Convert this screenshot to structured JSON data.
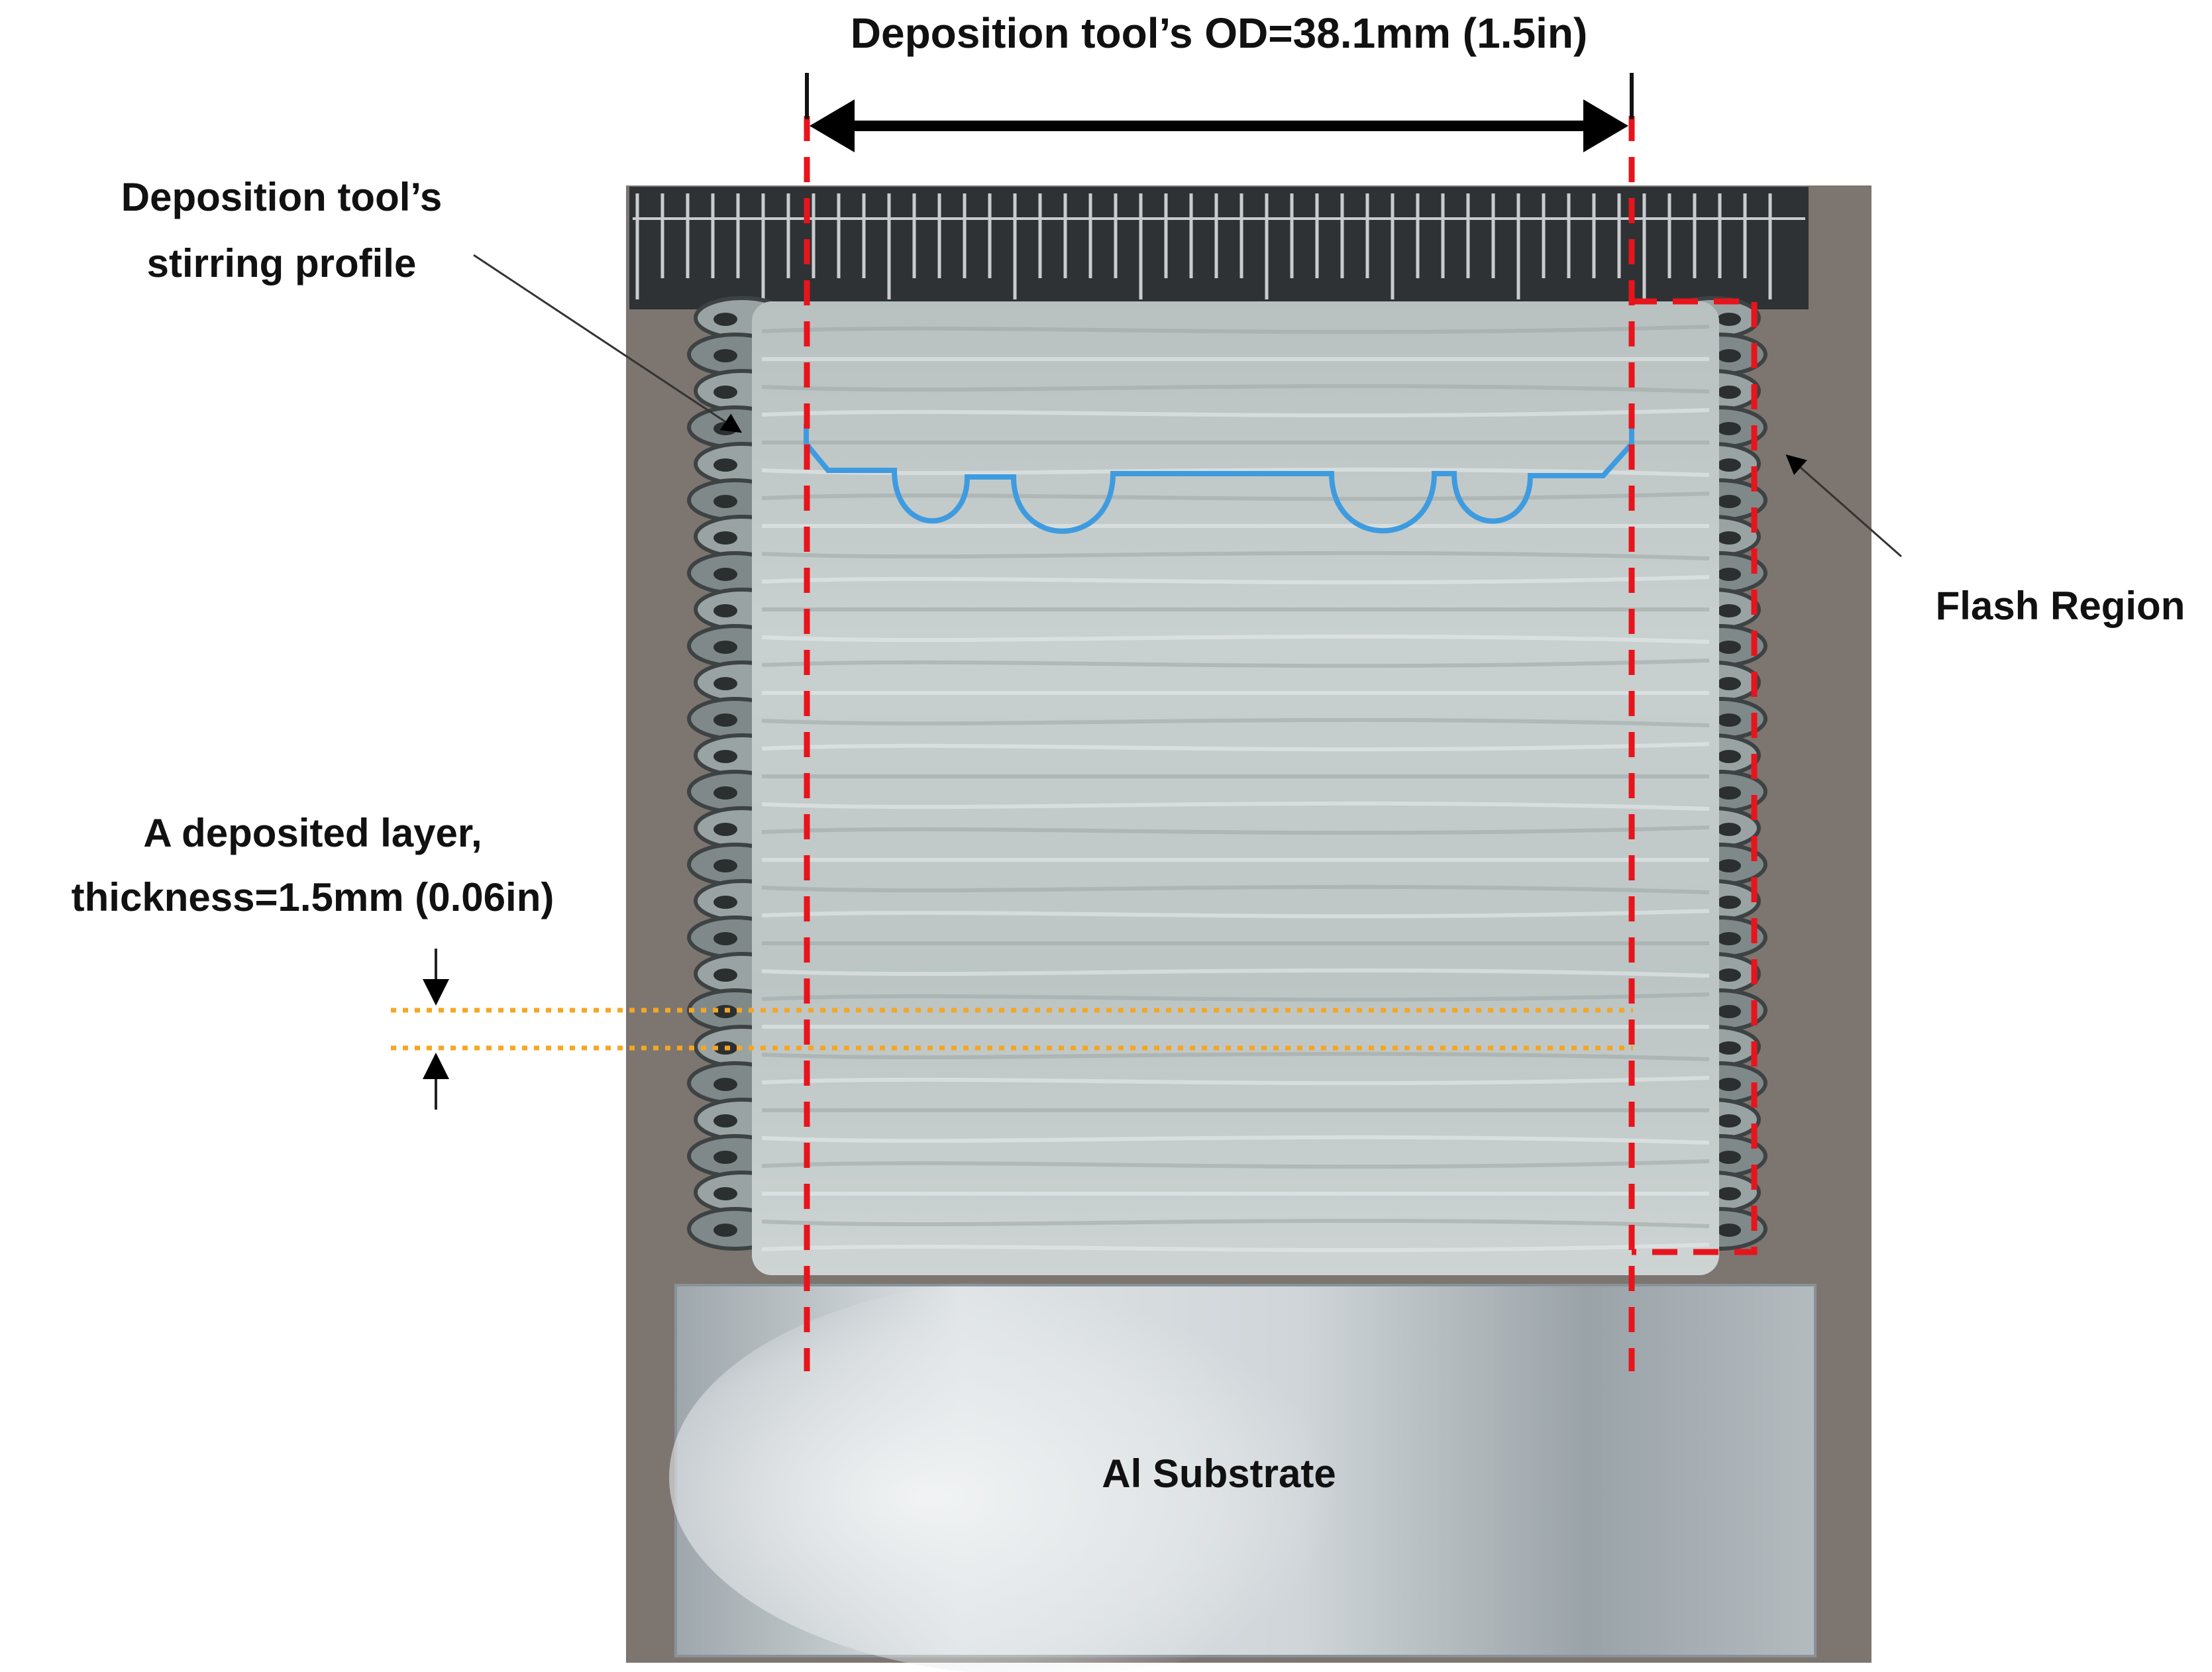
{
  "labels": {
    "tool_od": "Deposition tool’s OD=38.1mm (1.5in)",
    "stirring_profile_line1": "Deposition tool’s",
    "stirring_profile_line2": "stirring profile",
    "flash_region": "Flash Region",
    "layer_line1": "A deposited layer,",
    "layer_line2": "thickness=1.5mm (0.06in)",
    "substrate": "Al Substrate"
  },
  "colors": {
    "background_board": "#7d7570",
    "deposit_metal": "#c3cccb",
    "flash_metal": "#8c9596",
    "substrate": "#b9c0c4",
    "ruler": "#2f3235",
    "red_dash": "#e8141c",
    "blue_profile": "#3f9be0",
    "orange_dotted": "#f5a623",
    "arrow": "#000000"
  },
  "photo": {
    "flash_scallops_per_side": 26,
    "ruler_ticks": 46
  }
}
